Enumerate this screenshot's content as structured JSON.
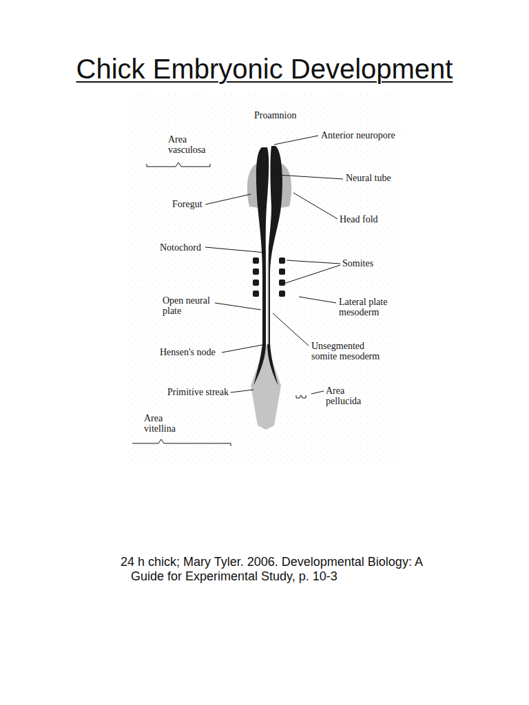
{
  "diagram": {
    "title": "Chick Embryonic Development",
    "caption": "24 h chick; Mary Tyler. 2006. Developmental Biology: A Guide for Experimental Study, p. 10-3",
    "labels": [
      "Proamnion",
      "Area vasculosa",
      "Anterior neuropore",
      "Neural tube",
      "Foregut",
      "Head fold",
      "Notochord",
      "Somites",
      "Open neural plate",
      "Lateral plate mesoderm",
      "Hensen's node",
      "Unsegmented somite mesoderm",
      "Primitive streak",
      "Area pellucida",
      "Area vitellina"
    ]
  }
}
